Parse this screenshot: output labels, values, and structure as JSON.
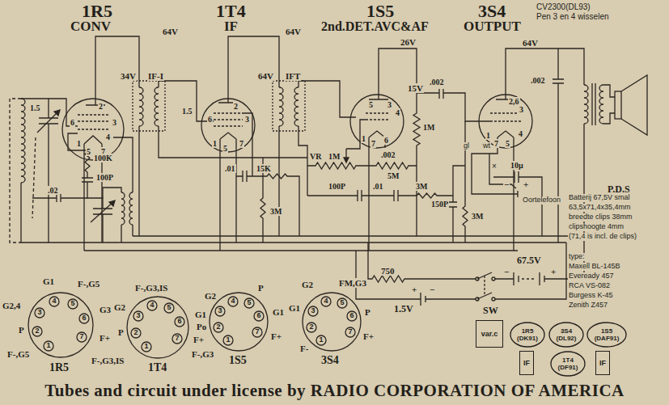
{
  "diagram": {
    "caption": "Tubes and circuit under license by RADIO CORPORATION OF AMERICA",
    "nodes": [
      {
        "text": [
          "var.c"
        ]
      },
      {
        "text": [
          "1R5",
          "(DK91)"
        ]
      },
      {
        "text": [
          "3S4",
          "(DL92)"
        ]
      },
      {
        "text": [
          "1S5",
          "(DAF91)"
        ]
      },
      {
        "text": [
          "IF"
        ]
      },
      {
        "text": [
          "1T4",
          "(DF91)"
        ]
      },
      {
        "text": [
          "IF"
        ]
      }
    ],
    "labels": [
      "1R5",
      "CONV",
      "1T4",
      "IF",
      "1S5",
      "2nd.DET.AVC&AF",
      "3S4",
      "OUTPUT",
      "CV2300(DL93)",
      "Pen 3 en 4 wisselen",
      "64V",
      "64V",
      "26V",
      "64V",
      "34V",
      "64V",
      "15V",
      "IF-I",
      "IFT",
      "6",
      "2",
      "3",
      "1",
      "5",
      "4",
      "7",
      "1.5",
      "6",
      "2",
      "3",
      "1",
      "5",
      "7",
      "1.5",
      "5",
      "3",
      "4",
      "1",
      "7",
      "6",
      ".002",
      "1M",
      "VR",
      "1M",
      "5M",
      "100P",
      ".01",
      "3M",
      ".002",
      "150P",
      "3M",
      ".01",
      "15K",
      "3M",
      "100K",
      "100P",
      ".02",
      "2,6",
      "3",
      "1",
      "7",
      "5",
      "4",
      ".002",
      "gl",
      "wt",
      "×",
      "10μ",
      "−",
      "+",
      "Oortelefoon",
      "P.D.S",
      "Batterij 67,5V smal",
      "63,5x71,4x35,4mm",
      "breedte clips 38mm",
      "clipshoogte 4mm",
      "(71,4 is incl. de clips)",
      "type:",
      "Maxell BL-145B",
      "Eveready 457",
      "RCA VS-082",
      "Burgess K-45",
      "Zenith Z457",
      "750",
      "67.5V",
      "−",
      "+",
      "1.5V",
      "+",
      "−",
      "SW",
      "1R5",
      "1T4",
      "1S5",
      "3S4",
      "F-,G5",
      "P",
      "G2,4",
      "G1",
      "F-,G5",
      "G3",
      "F+",
      "1",
      "2",
      "3",
      "4",
      "5",
      "6",
      "7",
      "F-,G3,IS",
      "P",
      "G2",
      "F-,G3,IS",
      "G1",
      "F+",
      "1",
      "2",
      "3",
      "4",
      "5",
      "6",
      "7",
      "F-,G3",
      "Po",
      "G2",
      "P",
      "G1",
      "F+",
      "1",
      "2",
      "3",
      "4",
      "5",
      "6",
      "7",
      "F-",
      "G1",
      "G2",
      "FM,G3",
      "P",
      "F+",
      "1",
      "2",
      "3",
      "4",
      "5",
      "6",
      "7"
    ]
  }
}
